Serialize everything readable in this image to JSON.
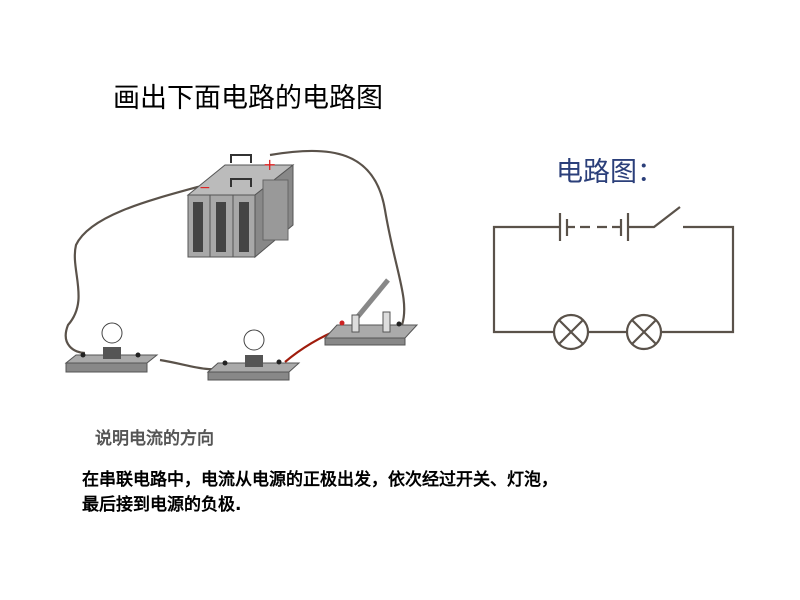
{
  "title": "画出下面电路的电路图",
  "circuit_title": "电路图：",
  "battery_signs": {
    "positive": "+",
    "negative": "−"
  },
  "explain_label": "说明电流的方向",
  "answer_lines": [
    "在串联电路中，电流从电源的正极出发，依次经过开关、灯泡，",
    "最后接到电源的负极."
  ],
  "colors": {
    "circuit_title": "#2b3f7a",
    "wire": "#5a524a",
    "red_wire": "#a01c0c"
  }
}
